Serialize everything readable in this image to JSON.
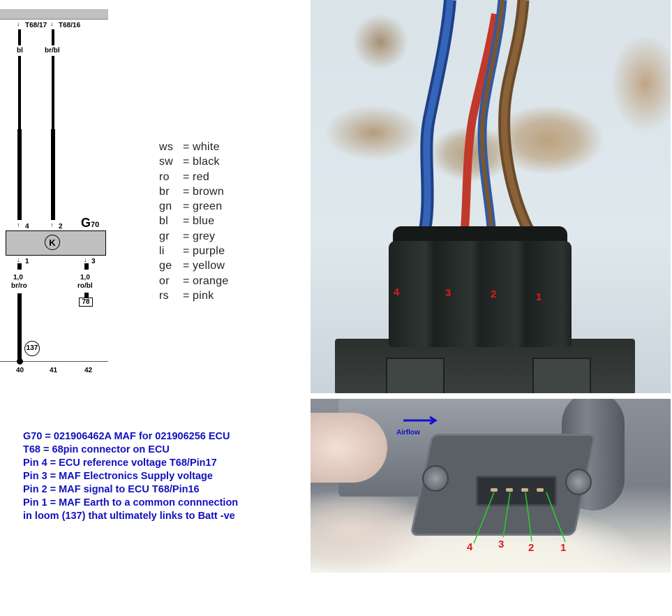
{
  "schematic": {
    "top_connectors": [
      {
        "id": "T68/17",
        "wire_color": "bl"
      },
      {
        "id": "T68/16",
        "wire_color": "br/bl"
      }
    ],
    "component": {
      "name": "G",
      "subscript": "70",
      "symbol": "K"
    },
    "pins": {
      "pin4": "4",
      "pin2": "2",
      "pin1": "1",
      "pin3": "3"
    },
    "lower_wires": [
      {
        "gauge": "1,0",
        "color": "br/ro"
      },
      {
        "gauge": "1,0",
        "color": "ro/bl"
      }
    ],
    "ref_box": "78",
    "ground_ref": "137",
    "ground_positions": [
      "40",
      "41",
      "42"
    ]
  },
  "legend": [
    {
      "code": "ws",
      "eq": "=",
      "color": "white"
    },
    {
      "code": "sw",
      "eq": "=",
      "color": "black"
    },
    {
      "code": "ro",
      "eq": "=",
      "color": "red"
    },
    {
      "code": "br",
      "eq": "=",
      "color": "brown"
    },
    {
      "code": "gn",
      "eq": "=",
      "color": "green"
    },
    {
      "code": "bl",
      "eq": "=",
      "color": "blue"
    },
    {
      "code": "gr",
      "eq": "=",
      "color": "grey"
    },
    {
      "code": "li",
      "eq": "=",
      "color": "purple"
    },
    {
      "code": "ge",
      "eq": "=",
      "color": "yellow"
    },
    {
      "code": "or",
      "eq": "=",
      "color": "orange"
    },
    {
      "code": "rs",
      "eq": "=",
      "color": "pink"
    }
  ],
  "notes": [
    "G70 = 021906462A MAF for 021906256 ECU",
    "T68 = 68pin connector on ECU",
    "Pin 4 = ECU reference voltage T68/Pin17",
    "Pin 3 = MAF Electronics Supply voltage",
    "Pin 2 = MAF signal to ECU T68/Pin16",
    "Pin 1 = MAF Earth to a common connnection",
    "in loom (137) that ultimately links to Batt -ve"
  ],
  "photo_connector": {
    "pin_labels": [
      "4",
      "3",
      "2",
      "1"
    ],
    "label_color": "#e21a1a",
    "wire_colors": [
      "#2d5aa8",
      "#c0392b",
      "#6b4a2a",
      "#7a5530"
    ]
  },
  "photo_maf": {
    "airflow_label": "Airflow",
    "arrow_color": "#1010d0",
    "pin_labels": [
      "4",
      "3",
      "2",
      "1"
    ],
    "label_color": "#e21a1a",
    "lead_color": "#27d027"
  },
  "colors": {
    "notes_text": "#1010c0",
    "schematic_fill": "#c0c0c0"
  }
}
